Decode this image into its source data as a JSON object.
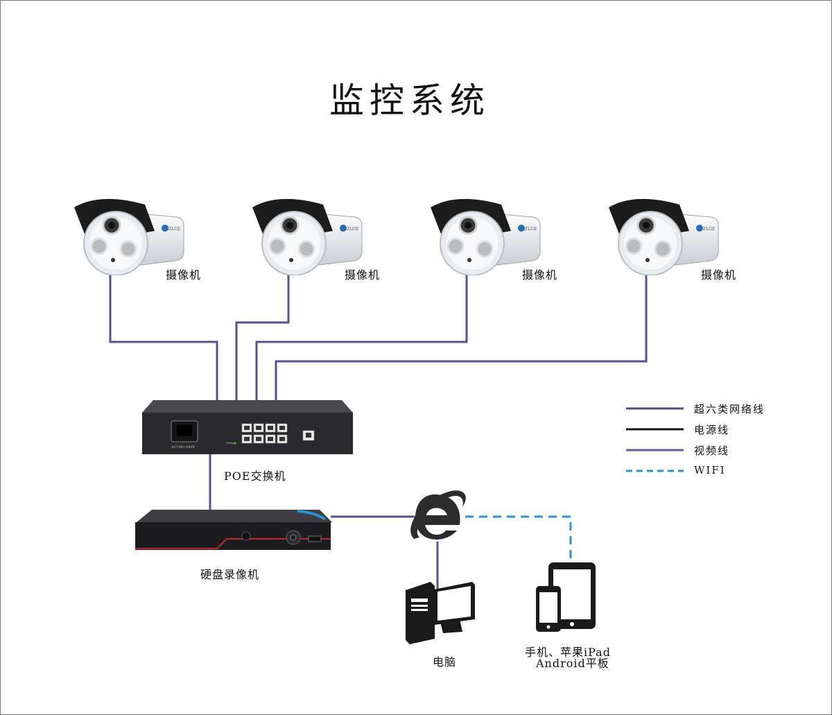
{
  "title": "监控系统",
  "cameras": [
    {
      "label": "摄像机"
    },
    {
      "label": "摄像机"
    },
    {
      "label": "摄像机"
    },
    {
      "label": "摄像机"
    }
  ],
  "switch": {
    "label": "POE交换机",
    "power_text": "AC100~240V",
    "power_led_text": "Power"
  },
  "nvr": {
    "label": "硬盘录像机"
  },
  "pc": {
    "label": "电脑"
  },
  "mobile": {
    "label_line1": "手机、苹果iPad",
    "label_line2": "Android平板"
  },
  "legend": [
    {
      "label": "超六类网络线",
      "style": "solid",
      "color": "#4a4a86"
    },
    {
      "label": "电源线",
      "style": "solid",
      "color": "#111111"
    },
    {
      "label": "视频线",
      "style": "solid",
      "color": "#6b55a0"
    },
    {
      "label": "WIFI",
      "style": "dashed",
      "color": "#2a92d4"
    }
  ],
  "colors": {
    "network_wire": "#4a4a86",
    "video_wire": "#6b55a0",
    "power_wire": "#111111",
    "wifi": "#2a92d4",
    "device_body": "#2b2b2d",
    "nvr_accent": "#c0282d"
  }
}
